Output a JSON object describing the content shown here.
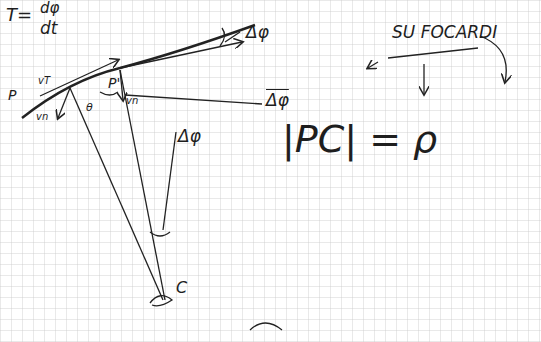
{
  "diagram": {
    "labels": [
      "T=",
      "dφ",
      "dt",
      "SU FOCARDI",
      "Δφ",
      "P",
      "vT",
      "P'",
      "vn",
      "vn",
      "θ",
      "Δφ",
      "Δφ",
      "|PC| = ρ",
      "C"
    ]
  }
}
